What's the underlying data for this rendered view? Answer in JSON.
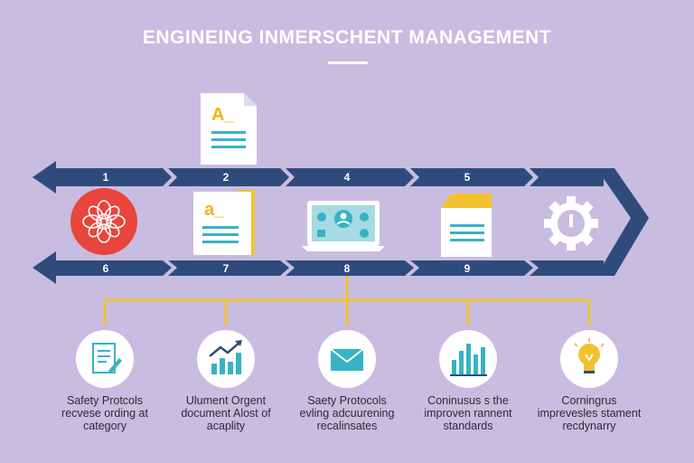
{
  "title": "ENGINEING INMERSCHENT MANAGEMENT",
  "colors": {
    "background": "#c8bde0",
    "arrow_blue": "#2f4b7c",
    "connector_yellow": "#f2c230",
    "red_circle": "#e8453c",
    "teal": "#36b3c4",
    "white": "#ffffff"
  },
  "top_numbers": [
    "1",
    "2",
    "4",
    "5"
  ],
  "bottom_numbers": [
    "6",
    "7",
    "8",
    "9"
  ],
  "stage_icons": [
    "flower-emblem-icon",
    "document-a-icon",
    "laptop-dashboard-icon",
    "folder-document-icon",
    "gear-icon"
  ],
  "document_icon_letter": "A_",
  "folder_doc_letter": "a_",
  "cards": [
    {
      "icon": "document-pen-icon",
      "lines": [
        "Safety Protcols",
        "recvese ording at",
        "category"
      ]
    },
    {
      "icon": "growth-chart-icon",
      "lines": [
        "Ulument Orgent",
        "document Alost of",
        "acaplity"
      ]
    },
    {
      "icon": "envelope-icon",
      "lines": [
        "Saety Protocols",
        "evling adcuurening",
        "recalinsates"
      ]
    },
    {
      "icon": "bar-chart-icon",
      "lines": [
        "Coninusus s the",
        "improven rannent",
        "standards"
      ]
    },
    {
      "icon": "lightbulb-icon",
      "lines": [
        "Corningrus",
        "imprevesles stament",
        "recdynarry"
      ]
    }
  ]
}
